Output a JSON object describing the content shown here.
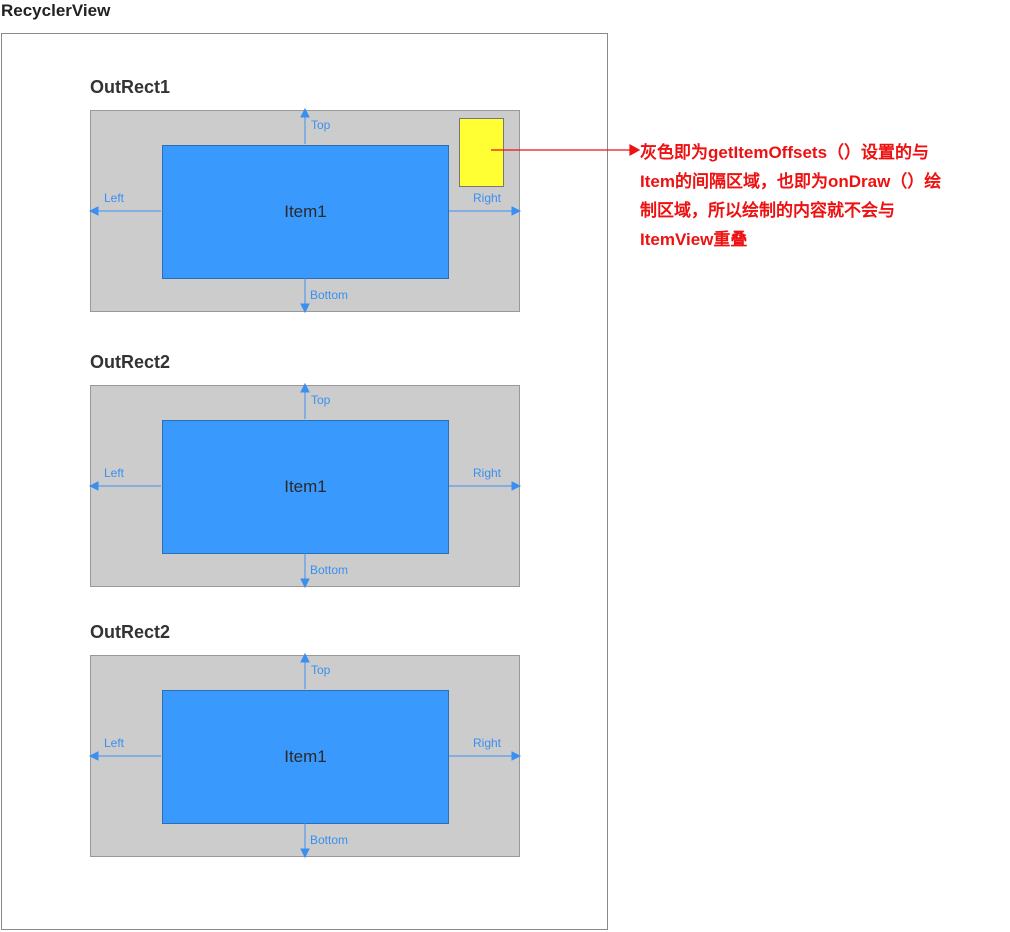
{
  "title": "RecyclerView",
  "sections": [
    {
      "title": "OutRect1",
      "item": "Item1",
      "top": "Top",
      "left": "Left",
      "right": "Right",
      "bottom": "Bottom"
    },
    {
      "title": "OutRect2",
      "item": "Item1",
      "top": "Top",
      "left": "Left",
      "right": "Right",
      "bottom": "Bottom"
    },
    {
      "title": "OutRect2",
      "item": "Item1",
      "top": "Top",
      "left": "Left",
      "right": "Right",
      "bottom": "Bottom"
    }
  ],
  "annotation": {
    "lines": [
      "灰色即为getItemOffsets（）设置的与",
      "Item的间隔区域，也即为onDraw（）绘",
      "制区域，所以绘制的内容就不会与",
      "ItemView重叠"
    ]
  },
  "colors": {
    "outrect": "#cccccc",
    "item": "#3a99fc",
    "arrow": "#3a8ff0",
    "highlight": "#ffff33",
    "annotation": "#ee1111"
  }
}
